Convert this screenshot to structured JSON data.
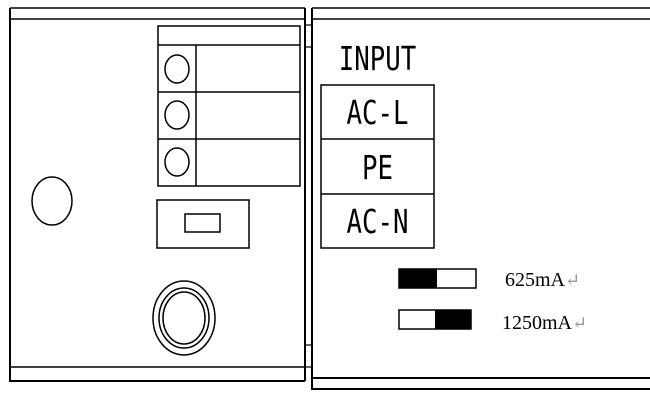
{
  "terminal_block": {
    "header": "INPUT",
    "terminals": [
      "AC-L",
      "PE",
      "AC-N"
    ]
  },
  "current_settings": [
    {
      "label": "625mA",
      "return_mark": "↵",
      "switch_position": "left"
    },
    {
      "label": "1250mA",
      "return_mark": "↵",
      "switch_position": "right"
    }
  ],
  "colors": {
    "line": "#000000",
    "background": "#ffffff",
    "return_mark": "#9a9a9a"
  }
}
